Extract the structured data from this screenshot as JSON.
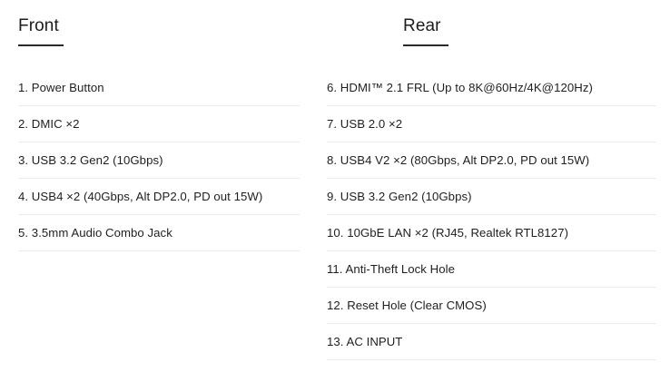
{
  "columns": [
    {
      "title": "Front",
      "items": [
        "1. Power Button",
        "2. DMIC ×2",
        "3. USB 3.2 Gen2 (10Gbps)",
        "4. USB4 ×2 (40Gbps, Alt DP2.0, PD out 15W)",
        "5. 3.5mm Audio Combo Jack"
      ]
    },
    {
      "title": "Rear",
      "items": [
        "6. HDMI™ 2.1 FRL (Up to 8K@60Hz/4K@120Hz)",
        "7. USB 2.0 ×2",
        "8. USB4 V2 ×2 (80Gbps, Alt DP2.0, PD out 15W)",
        "9. USB 3.2 Gen2 (10Gbps)",
        "10. 10GbE LAN ×2 (RJ45, Realtek RTL8127)",
        "11. Anti-Theft Lock Hole",
        "12. Reset Hole (Clear CMOS)",
        "13. AC INPUT"
      ]
    }
  ],
  "colors": {
    "background": "#ffffff",
    "text": "#1f1f1f",
    "divider": "#ebebeb",
    "header_rule": "#2a2a2a"
  }
}
